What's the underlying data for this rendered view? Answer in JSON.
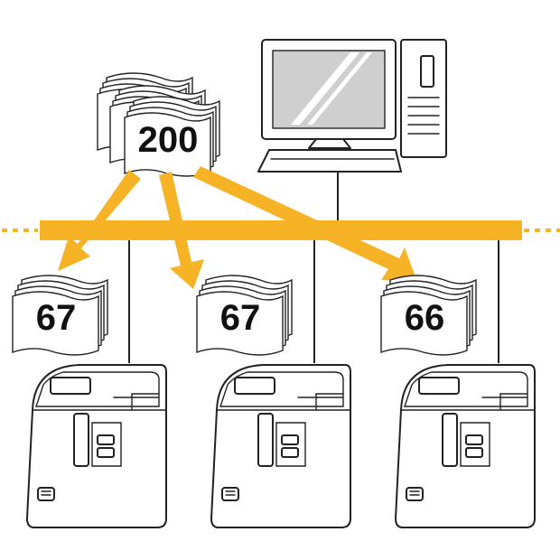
{
  "source_job": {
    "label": "200",
    "icon": "paper-stack-icon"
  },
  "printers": [
    {
      "job_label": "67",
      "icon": "label-printer-icon"
    },
    {
      "job_label": "67",
      "icon": "label-printer-icon"
    },
    {
      "job_label": "66",
      "icon": "label-printer-icon"
    }
  ],
  "computer": {
    "icon": "desktop-computer-icon"
  },
  "colors": {
    "network": "#f6b325",
    "line": "#222222",
    "monitor_screen": "#cfcfcf",
    "background": "#ffffff"
  }
}
